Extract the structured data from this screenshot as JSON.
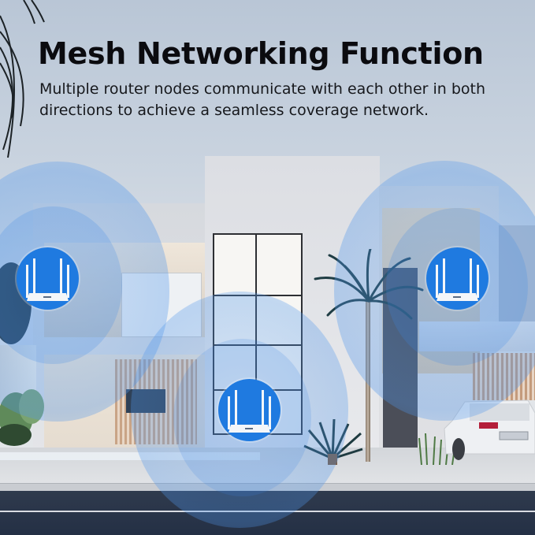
{
  "headline": {
    "title": "Mesh Networking Function",
    "subtitle": "Multiple router nodes communicate with each other in both directions to achieve a seamless coverage network."
  },
  "scene": {
    "description": "Modern white two-storey house at dusk with three mesh router nodes and overlapping blue coverage zones",
    "colors": {
      "node_blue": "#1f7ae0",
      "coverage_blue": "#4a8fe6",
      "title_text": "#0b0b0f",
      "sky": "#c9d3df",
      "road": "#2a3447"
    }
  },
  "router_nodes": [
    {
      "id": "left",
      "icon": "wifi-router-icon",
      "antennas": 4
    },
    {
      "id": "center",
      "icon": "wifi-router-icon",
      "antennas": 4
    },
    {
      "id": "right",
      "icon": "wifi-router-icon",
      "antennas": 4
    }
  ]
}
